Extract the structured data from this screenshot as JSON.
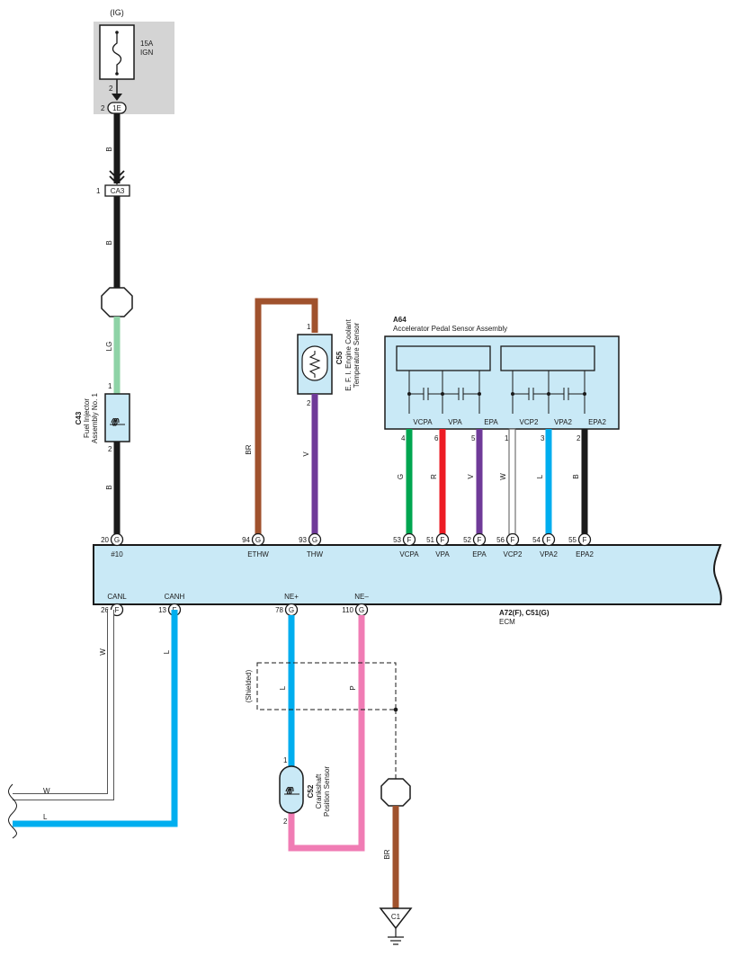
{
  "fuse": {
    "supply_label": "(IG)",
    "rating": "15A",
    "name": "IGN",
    "pin": "2",
    "connector_pin": "2",
    "connector": "1E"
  },
  "connector_ca3": {
    "pin": "1",
    "label": "CA3"
  },
  "injector": {
    "code": "C43",
    "name_line1": "Fuel Injector",
    "name_line2": "Assembly No. 1",
    "pin_top": "1",
    "pin_bottom": "2"
  },
  "coolant_sensor": {
    "code": "C55",
    "name_line1": "E. F. I.   Engine Coolant",
    "name_line2": "Temperature Sensor",
    "pin_top": "1",
    "pin_bottom": "2"
  },
  "pedal_sensor": {
    "code": "A64",
    "name": "Accelerator Pedal Sensor Assembly",
    "terminals": [
      "VCPA",
      "VPA",
      "EPA",
      "VCP2",
      "VPA2",
      "EPA2"
    ],
    "pins": [
      "4",
      "6",
      "5",
      "1",
      "3",
      "2"
    ]
  },
  "wire_colors": {
    "injector_supply": "B",
    "ca3_lower": "B",
    "injector_in": "LG",
    "injector_out": "B",
    "ethw": "BR",
    "thw": "V",
    "vcpa": "G",
    "vpa": "R",
    "epa": "V",
    "vcp2": "W",
    "vpa2": "L",
    "epa2": "B",
    "canl": "W",
    "canh": "L",
    "ne_plus": "L",
    "ne_minus": "P",
    "ground": "BR",
    "canl_exit": "W",
    "canh_exit": "L"
  },
  "ecm": {
    "name_line1": "A72(F), C51(G)",
    "name_line2": "ECM",
    "top_pins": [
      {
        "num": "20",
        "conn": "G",
        "term": "#10"
      },
      {
        "num": "94",
        "conn": "G",
        "term": "ETHW"
      },
      {
        "num": "93",
        "conn": "G",
        "term": "THW"
      },
      {
        "num": "53",
        "conn": "F",
        "term": "VCPA"
      },
      {
        "num": "51",
        "conn": "F",
        "term": "VPA"
      },
      {
        "num": "52",
        "conn": "F",
        "term": "EPA"
      },
      {
        "num": "56",
        "conn": "F",
        "term": "VCP2"
      },
      {
        "num": "54",
        "conn": "F",
        "term": "VPA2"
      },
      {
        "num": "55",
        "conn": "F",
        "term": "EPA2"
      }
    ],
    "bottom_pins": [
      {
        "num": "26",
        "conn": "F",
        "term": "CANL"
      },
      {
        "num": "13",
        "conn": "F",
        "term": "CANH"
      },
      {
        "num": "78",
        "conn": "G",
        "term": "NE+"
      },
      {
        "num": "110",
        "conn": "G",
        "term": "NE–"
      }
    ]
  },
  "shield": {
    "label": "(Shielded)"
  },
  "crank_sensor": {
    "code": "C52",
    "name_line1": "Crankshaft",
    "name_line2": "Position Sensor",
    "pin_top": "1",
    "pin_bottom": "2"
  },
  "ground": {
    "label": "C1"
  },
  "colors": {
    "black": "#1a1a1a",
    "brown": "#a0522d",
    "violet": "#6f3a98",
    "green": "#00a650",
    "red": "#ed1c24",
    "blue": "#00aeef",
    "pink": "#f07cb4",
    "light_green": "#8ed3a6",
    "white_wire": "#ffffff",
    "panel_blue": "#c9e9f6",
    "grey_panel": "#d4d4d4"
  }
}
